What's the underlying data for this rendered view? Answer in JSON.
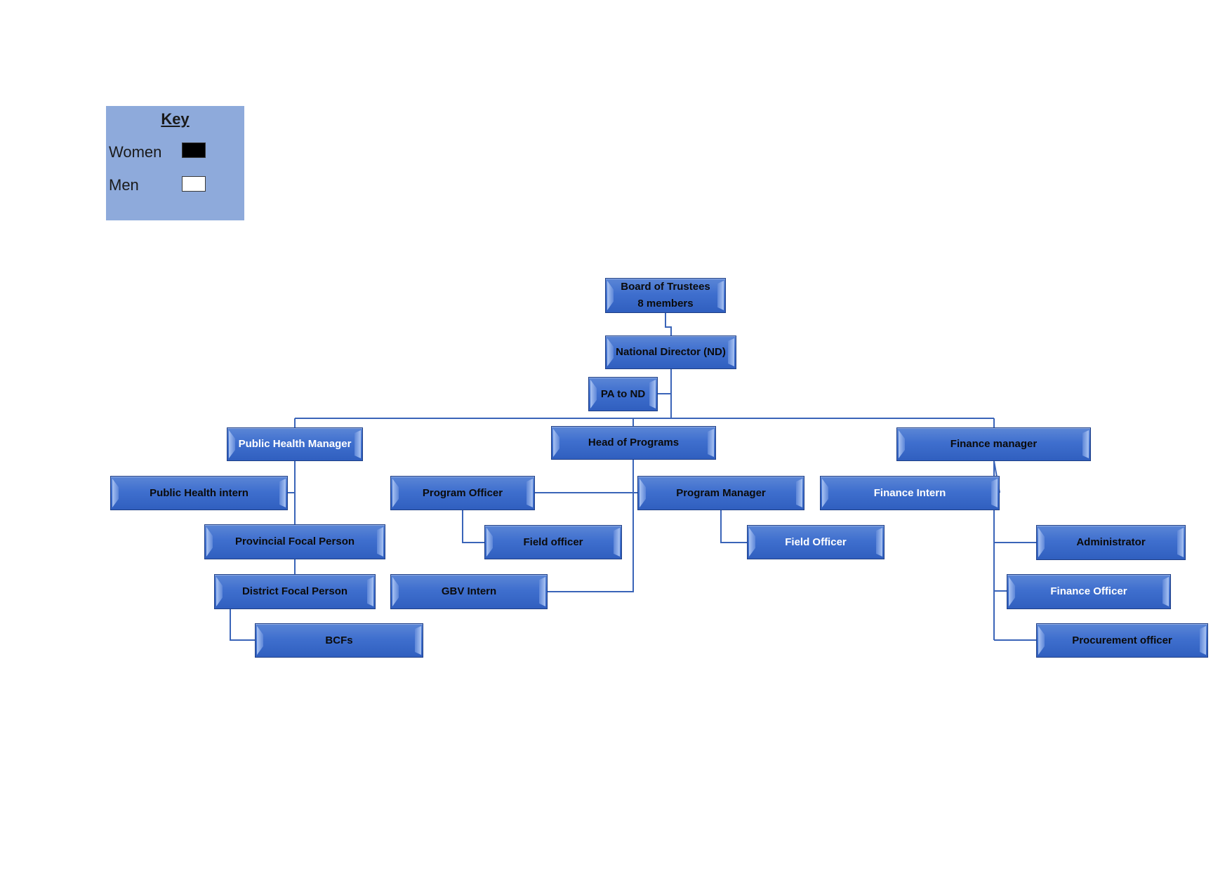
{
  "key": {
    "title": "Key",
    "items": [
      {
        "label": "Women",
        "color": "#000000"
      },
      {
        "label": "Men",
        "color": "#ffffff"
      }
    ]
  },
  "colors": {
    "node_fill": "#4472c4",
    "connector": "#3a64b8",
    "key_background": "#8eaadb"
  },
  "nodes": {
    "board": {
      "line1": "Board of Trustees",
      "line2": "8 members"
    },
    "national_director": "National Director (ND)",
    "pa_to_nd": "PA to ND",
    "public_health_manager": "Public Health Manager",
    "head_of_programs": "Head of Programs",
    "finance_manager": "Finance manager",
    "public_health_intern": "Public Health intern",
    "provincial_focal_person": "Provincial Focal Person",
    "district_focal_person": "District Focal Person",
    "bcfs": "BCFs",
    "program_officer": "Program Officer",
    "field_officer_po": "Field officer",
    "gbv_intern": "GBV Intern",
    "program_manager": "Program Manager",
    "field_officer_pm": "Field Officer",
    "finance_intern": "Finance Intern",
    "administrator": "Administrator",
    "finance_officer": "Finance Officer",
    "procurement_officer": "Procurement officer"
  }
}
